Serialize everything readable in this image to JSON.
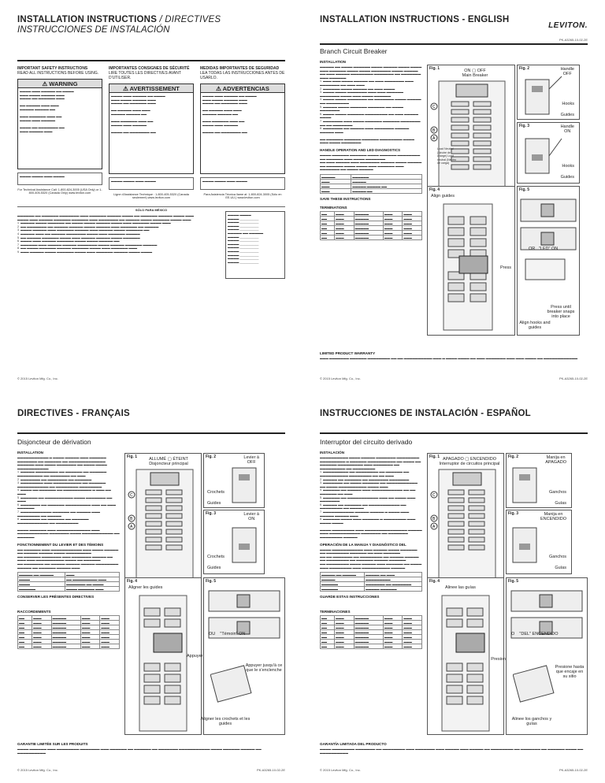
{
  "logo": "LEVITON.",
  "q1": {
    "title": "INSTALLATION INSTRUCTIONS",
    "title_sep": "/ DIRECTIVES",
    "subtitle": "INSTRUCCIONES DE INSTALACIÓN",
    "col_heads": [
      "IMPORTANT SAFETY INSTRUCTIONS",
      "IMPORTANTES CONSIGNES DE SÉCURITÉ",
      "MEDIDAS IMPORTANTES DE SEGURIDAD"
    ],
    "col_subs": [
      "READ ALL INSTRUCTIONS BEFORE USING.",
      "LIRE TOUTES LES DIRECTIVES AVANT D'UTILISER.",
      "LEA TODAS LAS INSTRUCCIONES ANTES DE USARLO."
    ],
    "warn_heads": [
      "WARNING",
      "AVERTISSEMENT",
      "ADVERTENCIAS"
    ],
    "support": [
      "For Technical Assistance Call: 1-800-824-3005 (USA Only) or 1-800-405-5320 (Canada Only) www.leviton.com",
      "Ligne d'Assistance Technique : 1-800-405-5320 (Canada seulement) www.leviton.com",
      "Para Asistencia Técnica llame al: 1-800-824-3005 (Sólo en EE.UU.) www.leviton.com"
    ],
    "mexico_head": "SÓLO PARA MÉXICO",
    "copyright": "© 2015 Leviton Mfg. Co., Inc."
  },
  "q2": {
    "title": "INSTALLATION INSTRUCTIONS - ENGLISH",
    "pn": "PK-A3265-10-02-2E",
    "subtitle": "Branch Circuit Breaker",
    "sec_install": "INSTALLATION",
    "sec_handle": "HANDLE OPERATION AND LED DIAGNOSTICS",
    "sec_save": "SAVE THESE INSTRUCTIONS",
    "sec_term": "TERMINATIONS",
    "sec_warranty": "LIMITED PRODUCT WARRANTY",
    "fig_labels": [
      "Fig. 1",
      "Fig. 2",
      "Fig. 3",
      "Fig. 4",
      "Fig. 5"
    ],
    "fig1_cap": [
      "ON",
      "OFF",
      "Main Breaker"
    ],
    "fig2_cap": [
      "Handle",
      "OFF",
      "Hooks",
      "Guides"
    ],
    "fig3_cap": [
      "Handle",
      "ON",
      "Hooks",
      "Guides"
    ],
    "fig4_cap": [
      "Align guides",
      "Press"
    ],
    "fig5_cap": [
      "\"LED\"",
      "ON",
      "OR",
      "Press until breaker snaps into place",
      "Align hooks and guides"
    ],
    "side_note": "Load Neutral (Neutre de charge) Load neutral (Neutro de carga)",
    "copyright": "© 2015 Leviton Mfg. Co., Inc.",
    "pn_bottom": "PK-A3265-10-02-2E"
  },
  "q3": {
    "title": "DIRECTIVES - FRANÇAIS",
    "subtitle": "Disjoncteur de dérivation",
    "sec_install": "INSTALLATION",
    "sec_handle": "FONCTIONNEMENT DU LEVIER ET DES TÉMOINS",
    "sec_save": "CONSERVER LES PRÉSENTES DIRECTIVES",
    "sec_term": "RACCORDEMENTS",
    "sec_warranty": "GARANTIE LIMITÉE SUR LES PRODUITS",
    "fig_labels": [
      "Fig. 1",
      "Fig. 2",
      "Fig. 3",
      "Fig. 4",
      "Fig. 5"
    ],
    "fig1_cap": [
      "ALLUMÉ",
      "ÉTEINT",
      "Disjoncteur principal"
    ],
    "fig2_cap": [
      "Levier à",
      "OFF",
      "Crochets",
      "Guides"
    ],
    "fig3_cap": [
      "Levier à",
      "ON",
      "Crochets",
      "Guides"
    ],
    "fig4_cap": [
      "Aligner les guides",
      "Appuyer"
    ],
    "fig5_cap": [
      "\"Témoin\"",
      "ON",
      "OU",
      "Appuyer jusqu'à ce que le s'enclenche",
      "Aligner les crochets et les guides"
    ],
    "copyright": "© 2015 Leviton Mfg. Co., Inc.",
    "pn_bottom": "PK-A3265-10-02-2E"
  },
  "q4": {
    "title": "INSTRUCCIONES DE INSTALACIÓN - ESPAÑOL",
    "subtitle": "Interruptor del circuito derivado",
    "sec_install": "INSTALACIÓN",
    "sec_handle": "OPERACIÓN DE LA MANIJA Y DIAGNÓSTICO DEL",
    "sec_save": "GUARDE ESTAS INSTRUCCIONES",
    "sec_term": "TERMINACIONES",
    "sec_warranty": "GARANTÍA LIMITADA DEL PRODUCTO",
    "fig_labels": [
      "Fig. 1",
      "Fig. 2",
      "Fig. 3",
      "Fig. 4",
      "Fig. 5"
    ],
    "fig1_cap": [
      "APAGADO",
      "ENCENDIDO",
      "Interruptor de circuitos principal"
    ],
    "fig2_cap": [
      "Manija en",
      "APAGADO",
      "Ganchos",
      "Guías"
    ],
    "fig3_cap": [
      "Manija en",
      "ENCENDIDO",
      "Ganchos",
      "Guías"
    ],
    "fig4_cap": [
      "Alinee las guías",
      "Presione"
    ],
    "fig5_cap": [
      "\"DEL\"",
      "ENCENDIDO",
      "O",
      "Presione hasta que encaje en su sitio",
      "Alinee los ganchos y guías"
    ],
    "copyright": "© 2015 Leviton Mfg. Co., Inc.",
    "pn_bottom": "PK-A3265-10-02-2E"
  }
}
